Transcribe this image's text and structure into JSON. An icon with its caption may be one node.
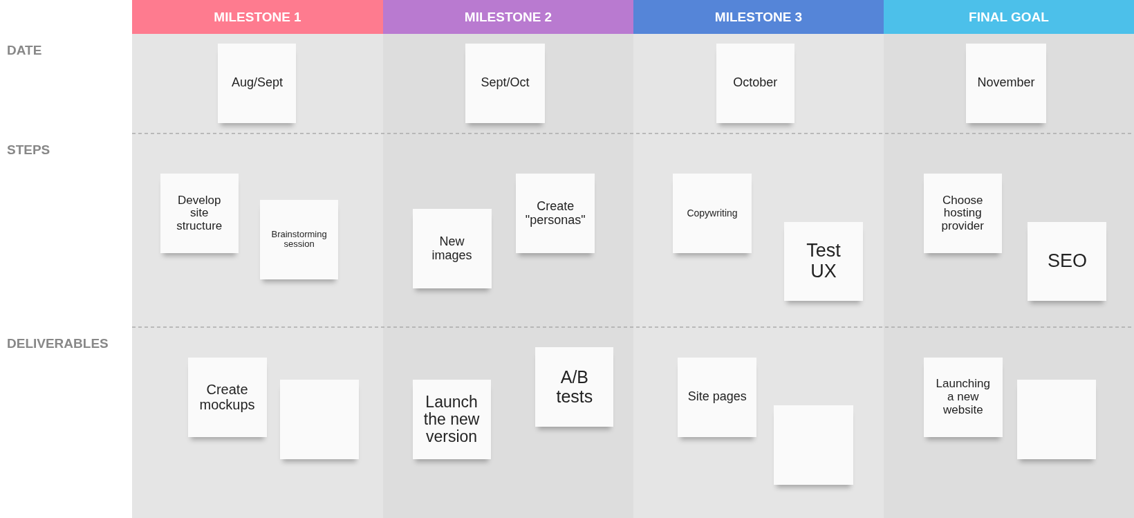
{
  "diagram": {
    "nodes": [
      {
        "text": [
          "MILESTONE 1"
        ]
      },
      {
        "text": [
          "Aug/Sept"
        ],
        "in": 0
      },
      {
        "text": [
          "Develop site structure"
        ],
        "in": 0
      },
      {
        "text": [
          "Brainstorming session"
        ],
        "in": 0
      },
      {
        "text": [
          "Create mockups"
        ],
        "in": 0
      },
      {
        "text": [],
        "shape": "box",
        "in": 0
      },
      {
        "text": [
          "MILESTONE 2"
        ]
      },
      {
        "text": [
          "Sept/Oct"
        ],
        "in": 6
      },
      {
        "text": [
          "New images"
        ],
        "in": 6
      },
      {
        "text": [
          "Create \"personas\""
        ],
        "in": 6
      },
      {
        "text": [
          "Launch the new version"
        ],
        "in": 6
      },
      {
        "text": [
          "A/B tests"
        ],
        "in": 6
      },
      {
        "text": [
          "MILESTONE 3"
        ]
      },
      {
        "text": [
          "October"
        ],
        "in": 12
      },
      {
        "text": [
          "Copywriting"
        ],
        "in": 12
      },
      {
        "text": [
          "Test UX"
        ],
        "in": 12
      },
      {
        "text": [
          "Site pages"
        ],
        "in": 12
      },
      {
        "text": [],
        "shape": "box",
        "in": 12
      },
      {
        "text": [
          "FINAL GOAL"
        ]
      },
      {
        "text": [
          "November"
        ],
        "in": 18
      },
      {
        "text": [
          "Choose hosting provider"
        ],
        "in": 18
      },
      {
        "text": [
          "SEO"
        ],
        "in": 18
      },
      {
        "text": [
          "Launching a new website"
        ],
        "in": 18
      },
      {
        "text": [],
        "shape": "box",
        "in": 18
      }
    ],
    "labels": [
      "DATE",
      "STEPS",
      "DELIVERABLES"
    ]
  }
}
